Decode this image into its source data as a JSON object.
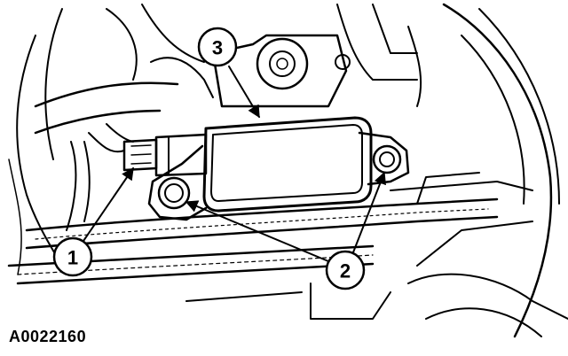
{
  "figure_id": "A0022160",
  "callouts": {
    "one": "1",
    "two": "2",
    "three": "3"
  },
  "line_color": "#000000",
  "background_color": "#ffffff"
}
